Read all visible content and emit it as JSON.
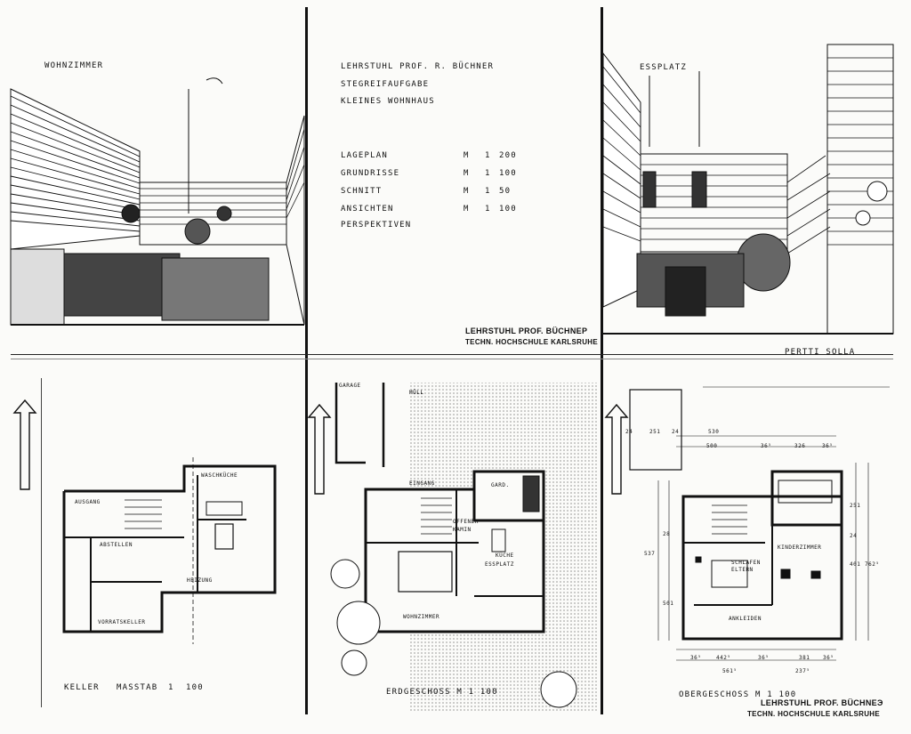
{
  "persp_left": {
    "title": "WOHNZIMMER"
  },
  "persp_right": {
    "title": "ESSPLATZ",
    "author": "PERTTI SOLLA"
  },
  "header": {
    "lines": [
      "LEHRSTUHL PROF. R. BÜCHNER",
      "STEGREIFAUFGABE",
      "KLEINES WOHNHAUS"
    ],
    "drawing_list": [
      {
        "name": "LAGEPLAN",
        "m": "M",
        "one": "1",
        "scale": "200"
      },
      {
        "name": "GRUNDRISSE",
        "m": "M",
        "one": "1",
        "scale": "100"
      },
      {
        "name": "SCHNITT",
        "m": "M",
        "one": "1",
        "scale": "50"
      },
      {
        "name": "ANSICHTEN",
        "m": "M",
        "one": "1",
        "scale": "100"
      },
      {
        "name": "PERSPEKTIVEN",
        "m": "",
        "one": "",
        "scale": ""
      }
    ],
    "stamp_1": "LEHRSTUHL PROF. BÜCHNEP",
    "stamp_2": "TECHN. HOCHSCHULE KARLSRUHE"
  },
  "keller": {
    "caption": "KELLER",
    "scale_word": "MASSTAB",
    "scale_one": "1",
    "scale_value": "100",
    "rooms": [
      "AUSGANG",
      "ABSTELLEN",
      "WASCHKÜCHE",
      "HEIZUNG",
      "VORRATSKELLER"
    ]
  },
  "erdgeschoss": {
    "caption": "ERDGESCHOSS  M  1  100",
    "rooms": [
      "GARAGE",
      "MÜLL",
      "EINGANG",
      "GARD.",
      "OFFENER KAMIN",
      "KÜCHE",
      "ESSPLATZ",
      "WOHNZIMMER"
    ]
  },
  "obergeschoss": {
    "caption": "OBERGESCHOSS   M   1   100",
    "rooms": [
      "SCHLAFEN ELTERN",
      "KINDERZIMMER",
      "ANKLEIDEN"
    ],
    "dims_top": [
      "24",
      "251",
      "24",
      "530",
      "500",
      "36⁵",
      "326",
      "36⁵"
    ],
    "dims_bottom": [
      "36⁵",
      "442⁵",
      "36⁵",
      "381",
      "36⁵",
      "561⁵",
      "237⁵"
    ],
    "dims_left": [
      "537",
      "28",
      "501"
    ],
    "dims_right": [
      "251",
      "24",
      "401",
      "762⁵"
    ],
    "stamp_1": "LEHRSTUHL PROF. BÜCHNEЭ",
    "stamp_2": "TECHN. HOCHSCHULE KARLSRUHE"
  },
  "colors": {
    "ink": "#111111",
    "paper": "#fbfbf9",
    "hatch": "#333333"
  }
}
